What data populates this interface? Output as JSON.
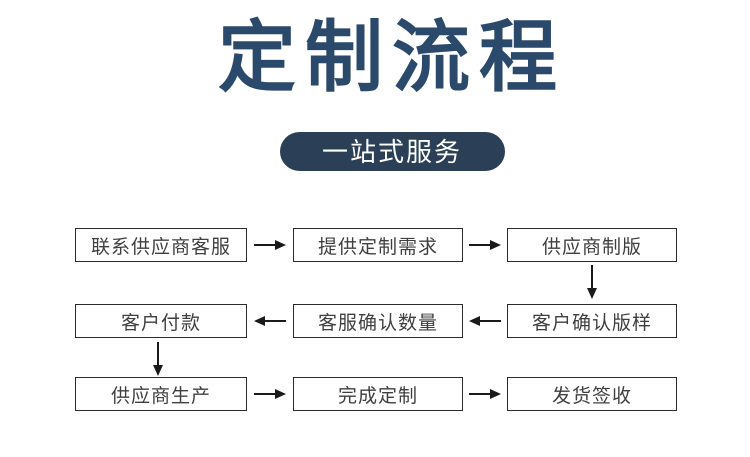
{
  "title": "定制流程",
  "banner": {
    "label": "一站式服务"
  },
  "colors": {
    "title_color": "#2b4a6b",
    "banner_bg": "#2b4057",
    "banner_text": "#ffffff",
    "box_border": "#2b2b2b",
    "box_text": "#3f3f3f",
    "arrow": "#1a1a1a",
    "page_bg": "#ffffff"
  },
  "flow": {
    "rows": [
      {
        "direction": "right",
        "boxes": [
          "联系供应商客服",
          "提供定制需求",
          "供应商制版"
        ]
      },
      {
        "direction": "left",
        "boxes": [
          "客户付款",
          "客服确认数量",
          "客户确认版样"
        ]
      },
      {
        "direction": "right",
        "boxes": [
          "供应商生产",
          "完成定制",
          "发货签收"
        ]
      }
    ],
    "connectors": [
      {
        "from": "供应商制版",
        "to": "客户确认版样",
        "direction": "down"
      },
      {
        "from": "客户付款",
        "to": "供应商生产",
        "direction": "down"
      }
    ]
  }
}
